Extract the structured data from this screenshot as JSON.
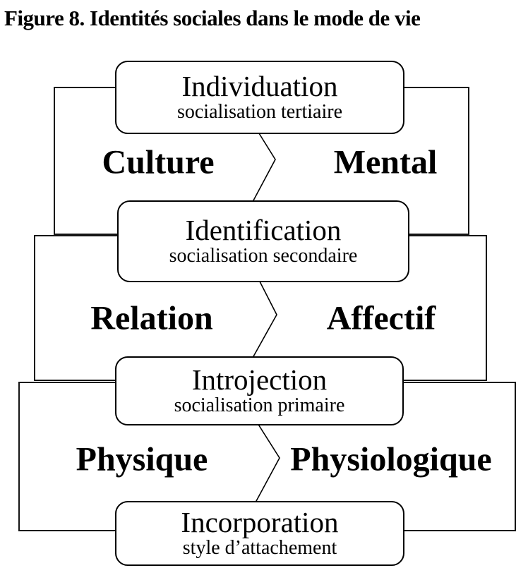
{
  "figure": {
    "title": "Figure 8. Identités sociales dans le mode de vie"
  },
  "levels": [
    {
      "name": "Individuation",
      "subtitle": "socialisation tertiaire"
    },
    {
      "name": "Identification",
      "subtitle": "socialisation secondaire"
    },
    {
      "name": "Introjection",
      "subtitle": "socialisation primaire"
    },
    {
      "name": "Incorporation",
      "subtitle": "style d’attachement"
    }
  ],
  "pairs": [
    {
      "left": "Culture",
      "right": "Mental"
    },
    {
      "left": "Relation",
      "right": "Affectif"
    },
    {
      "left": "Physique",
      "right": "Physiologique"
    }
  ],
  "colors": {
    "background": "#ffffff",
    "line": "#000000",
    "text": "#000000"
  }
}
